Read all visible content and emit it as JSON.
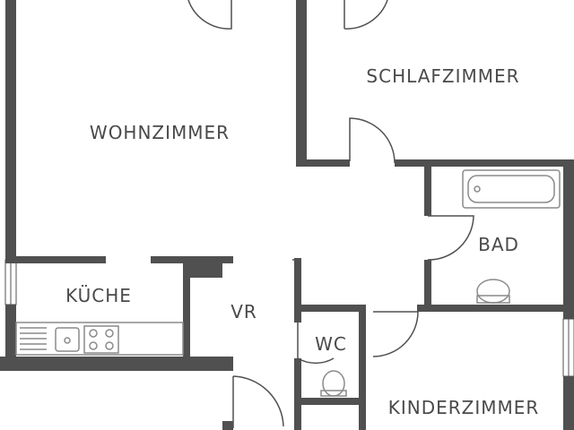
{
  "colors": {
    "wall": "#505050",
    "fixture": "#8a8a8a",
    "text": "#4a4a4a",
    "background": "#ffffff"
  },
  "rooms": {
    "wohnzimmer": "WOHNZIMMER",
    "schlafzimmer": "SCHLAFZIMMER",
    "bad": "BAD",
    "kueche": "KÜCHE",
    "vr": "VR",
    "wc": "WC",
    "kinderzimmer": "KINDERZIMMER"
  },
  "icons": {
    "bathtub": "bathtub-icon",
    "toilet": "toilet-icon",
    "sink": "sink-icon",
    "stove": "stove-icon",
    "door": "door-swing-icon",
    "window": "window-icon"
  }
}
